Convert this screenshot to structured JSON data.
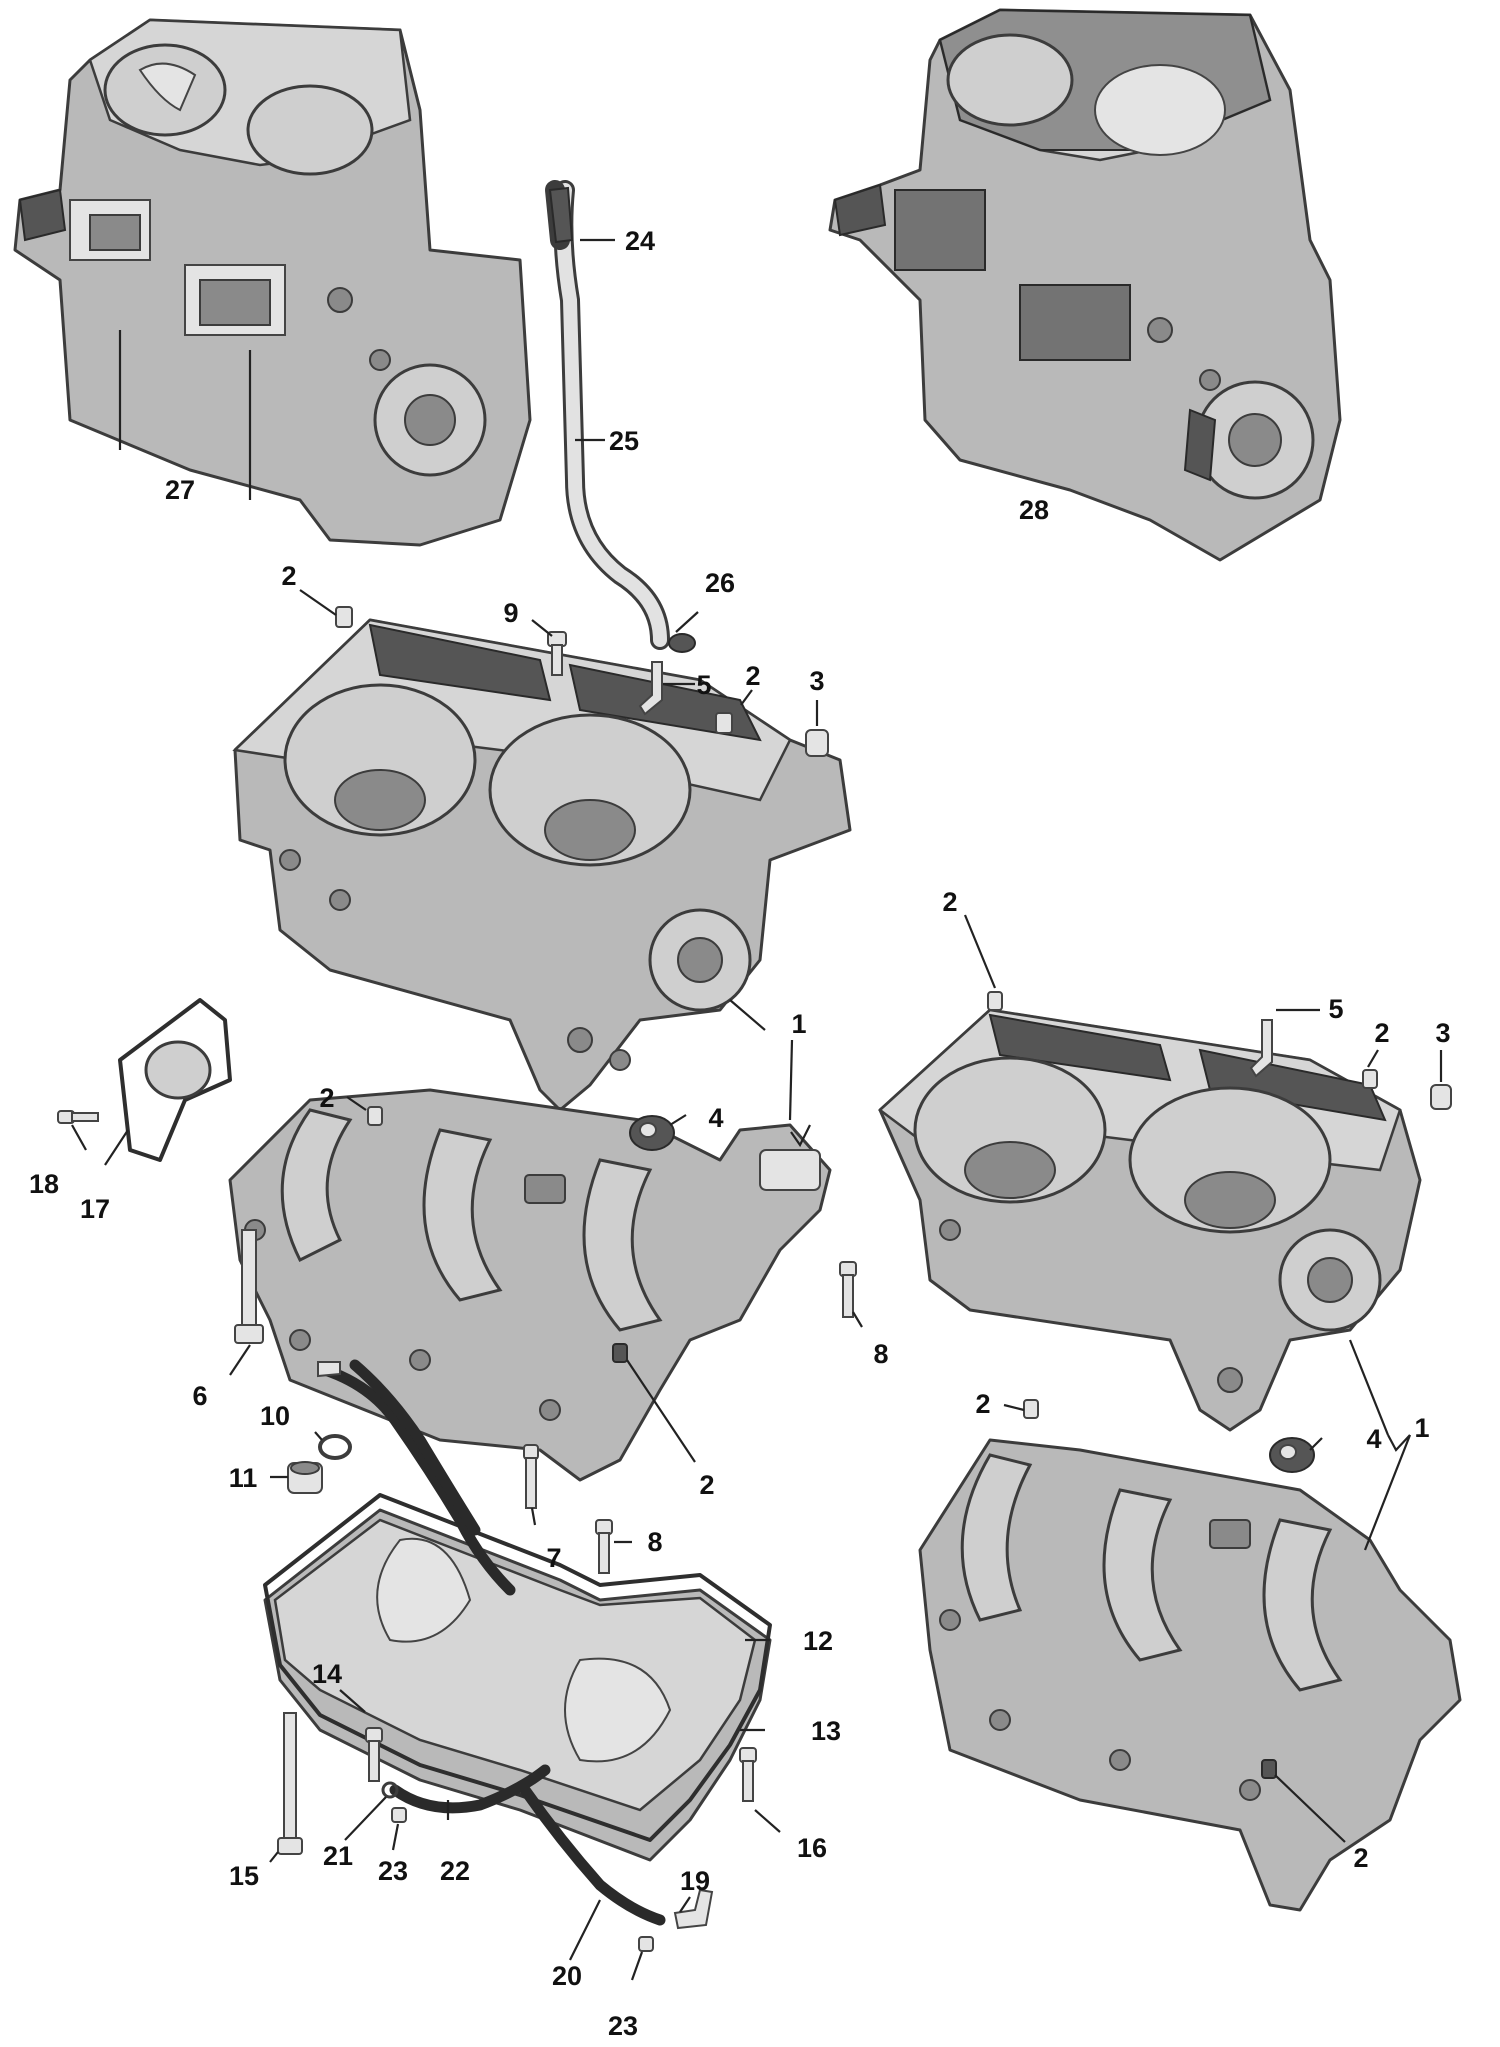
{
  "callouts": {
    "c1a": "1",
    "c1b": "1",
    "c2a": "2",
    "c2b": "2",
    "c2c": "2",
    "c2d": "2",
    "c2e": "2",
    "c2f": "2",
    "c2g": "2",
    "c2h": "2",
    "c3a": "3",
    "c3b": "3",
    "c4a": "4",
    "c4b": "4",
    "c5a": "5",
    "c5b": "5",
    "c6": "6",
    "c7": "7",
    "c8a": "8",
    "c8b": "8",
    "c9": "9",
    "c10": "10",
    "c11": "11",
    "c12": "12",
    "c13": "13",
    "c14": "14",
    "c15": "15",
    "c16": "16",
    "c17": "17",
    "c18": "18",
    "c19": "19",
    "c20": "20",
    "c21": "21",
    "c22": "22",
    "c23a": "23",
    "c23b": "23",
    "c24": "24",
    "c25": "25",
    "c26": "26",
    "c27": "27",
    "c28": "28"
  },
  "colors": {
    "casting": "#b9b9b9",
    "casting_top": "#d6d6d6",
    "outline": "#3c3c3c",
    "hose": "#2a2a2a",
    "label": "#111111"
  }
}
